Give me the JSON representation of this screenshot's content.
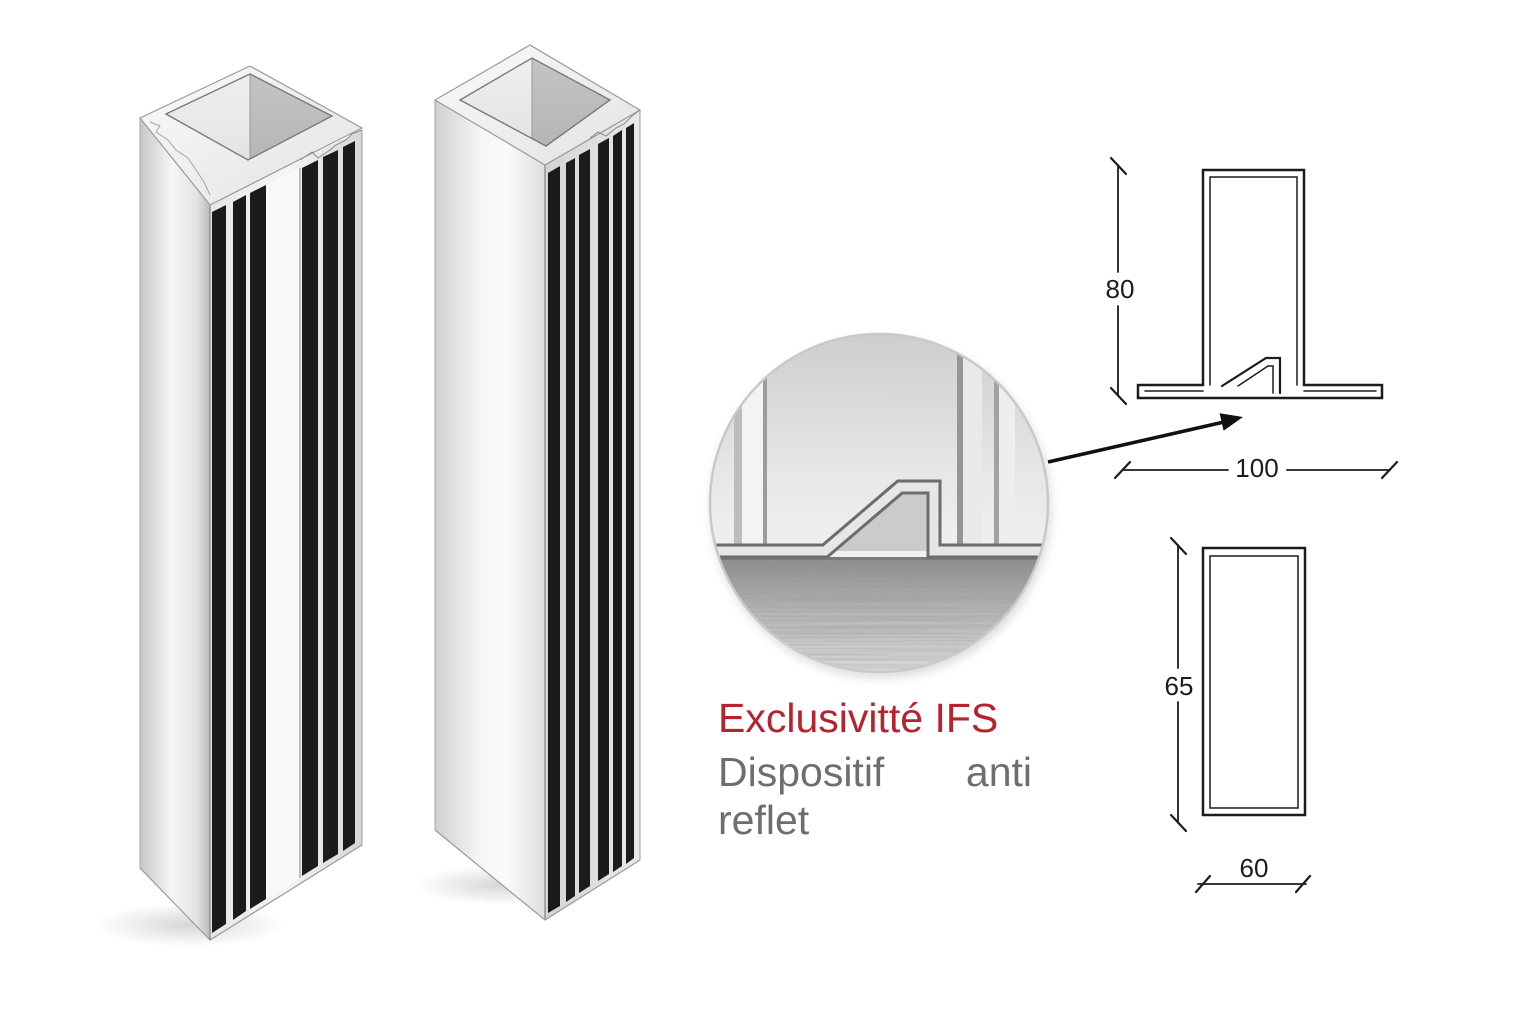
{
  "callout": {
    "title": "Exclusivitté IFS",
    "description": {
      "word_1": "Dispositif",
      "word_2": "anti",
      "word_3": "reflet"
    }
  },
  "drawings": {
    "flange_profile": {
      "height_label": "80",
      "width_label": "100"
    },
    "box_profile": {
      "height_label": "65",
      "width_label": "60"
    }
  },
  "colors": {
    "title": "#b5232e",
    "description": "#6e6e6e",
    "drawing_ink": "#1c1c1c",
    "gasket_stripe": "#1b1b1b",
    "background": "#ffffff"
  }
}
